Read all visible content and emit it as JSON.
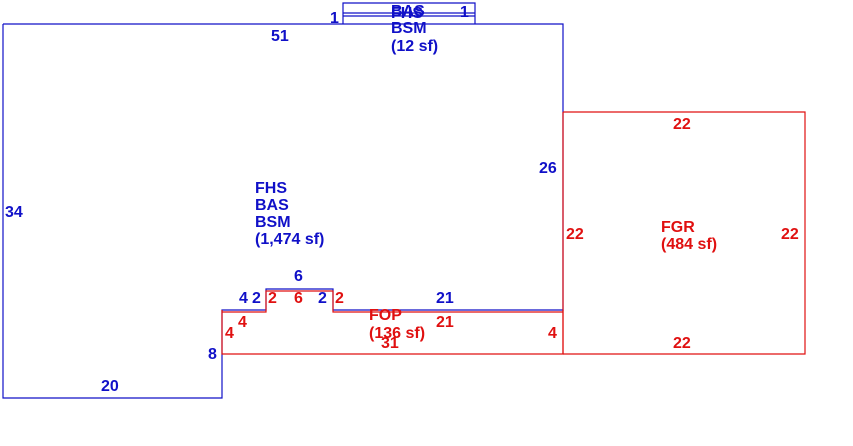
{
  "colors": {
    "blue": "#1010c8",
    "red": "#e01010",
    "background": "#ffffff"
  },
  "main_building": {
    "name_lines": [
      "FHS",
      "BAS",
      "BSM"
    ],
    "area": "(1,474 sf)",
    "dims": {
      "top": "51",
      "left": "34",
      "bottom": "20",
      "right": "26",
      "bump_left_step": "4",
      "bump_left_short": "2",
      "bump_top": "6",
      "bump_right_short": "2",
      "lower_right": "21",
      "notch_left": "8",
      "top_small": "1"
    }
  },
  "small_area": {
    "name_lines": [
      "BAS",
      "FHS",
      "BSM"
    ],
    "area": "(12 sf)",
    "dims": {
      "right": "1"
    }
  },
  "garage": {
    "name": "FGR",
    "area": "(484 sf)",
    "dims": {
      "top": "22",
      "left": "22",
      "right": "22",
      "bottom": "22"
    }
  },
  "porch": {
    "name": "FOP",
    "area": "(136 sf)",
    "dims": {
      "bottom": "31",
      "right": "4",
      "left_outer": "4",
      "left_inner": "4",
      "top": "21",
      "short_left": "2",
      "top_mid": "6",
      "short_right": "2"
    }
  }
}
